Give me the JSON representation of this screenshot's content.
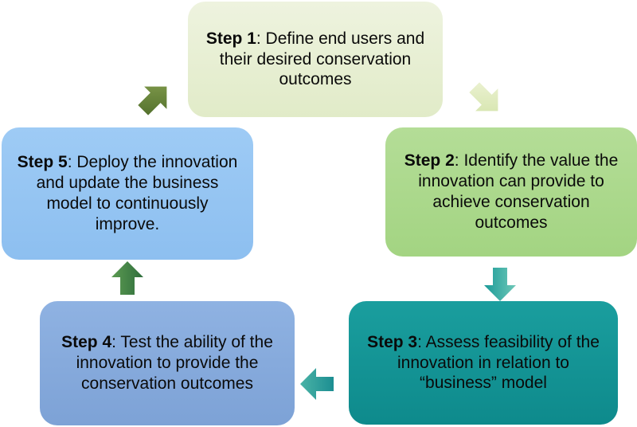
{
  "steps": [
    {
      "label": "Step 1",
      "text": ": Define end users and their desired conservation outcomes"
    },
    {
      "label": "Step 2",
      "text": ": Identify the value the innovation can provide to achieve conservation outcomes"
    },
    {
      "label": "Step 3",
      "text": ": Assess feasibility of the innovation in relation to “business” model"
    },
    {
      "label": "Step 4",
      "text": ": Test the ability of the innovation to provide the conservation outcomes"
    },
    {
      "label": "Step 5",
      "text": ": Deploy the innovation and update the business model to continuously improve."
    }
  ],
  "colors": {
    "step1": "#e6eed2",
    "step2": "#aad888",
    "step3": "#139595",
    "step4": "#86aadc",
    "step5": "#96c5f2"
  }
}
